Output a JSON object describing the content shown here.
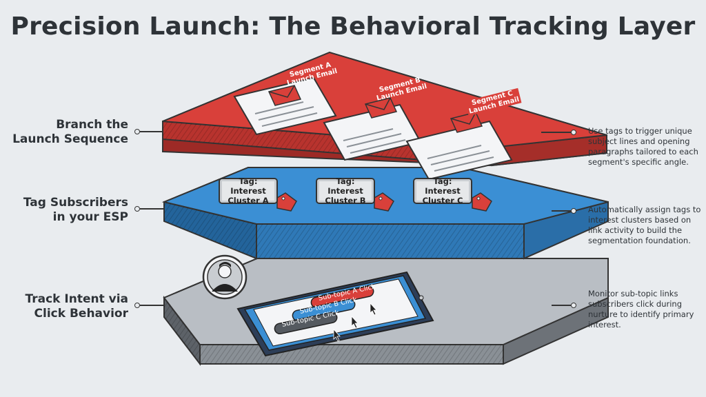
{
  "title": "Precision Launch: The Behavioral Tracking Layer",
  "layers": [
    {
      "left_label_line1": "Branch the",
      "left_label_line2": "Launch Sequence",
      "description": "Use tags to trigger unique subject lines and opening paragraphs tailored to each segment's specific angle.",
      "color": "#d9403a",
      "emails": [
        {
          "line1": "Segment A",
          "line2": "Launch Email"
        },
        {
          "line1": "Segment B",
          "line2": "Launch Email"
        },
        {
          "line1": "Segment C",
          "line2": "Launch Email"
        }
      ]
    },
    {
      "left_label_line1": "Tag Subscribers",
      "left_label_line2": "in your ESP",
      "description": "Automatically assign tags to interest clusters based on link activity to build the segmentation foundation.",
      "color": "#3b8fd4",
      "tags": [
        {
          "line1": "Tag: Interest",
          "line2": "Cluster A"
        },
        {
          "line1": "Tag: Interest",
          "line2": "Cluster B"
        },
        {
          "line1": "Tag: Interest",
          "line2": "Cluster C"
        }
      ]
    },
    {
      "left_label_line1": "Track Intent via",
      "left_label_line2": "Click Behavior",
      "description": "Monitor sub-topic links subscribers click during nurture to identify primary interest.",
      "color": "#b9bec4",
      "clicks": [
        "Sub-topic A Click",
        "Sub-topic B Click",
        "Sub-topic C Click"
      ]
    }
  ],
  "icons": {
    "user": "user-avatar-icon",
    "email": "envelope-icon",
    "tag": "tag-icon",
    "cursor": "cursor-icon"
  }
}
